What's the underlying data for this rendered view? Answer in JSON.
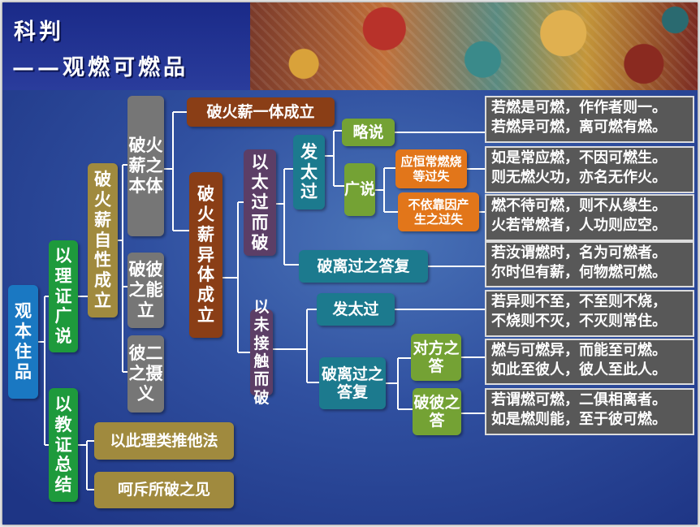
{
  "header": {
    "title": "科判",
    "subtitle": "——观燃可燃品"
  },
  "nodes": {
    "root": "观本住品",
    "n_lizheng": "以理证广说",
    "n_jiaozheng": "以教证总结",
    "n_zixing": "破火薪自性成立",
    "n_benti": "破火薪之本体",
    "n_bineng": "破彼之能立",
    "n_bier": "彼二之摄义",
    "n_yiti": "破火薪一体成立",
    "n_yiti_yi": "破火薪异体成立",
    "n_taiguo": "以太过而破",
    "n_weijiechu": "以未接触而破",
    "n_fa1": "发太过",
    "n_lueshuo": "略说",
    "n_guangshuo": "广说",
    "n_yingheng": "应恒常燃烧等过失",
    "n_buyikao": "不依靠因产生之过失",
    "n_polijg1": "破离过之答复",
    "n_fa2": "发太过",
    "n_polijg2": "破离过之答复",
    "n_duifang": "对方之答",
    "n_pobi": "破彼之答",
    "n_tuita": "以此理类推他法",
    "n_hechi": "呵斥所破之见"
  },
  "quotes": [
    [
      "若燃是可燃，作作者则一。",
      "若燃异可燃，离可燃有燃。"
    ],
    [
      "如是常应燃，不因可燃生。",
      "则无燃火功，亦名无作火。"
    ],
    [
      "燃不待可燃，则不从缘生。",
      "火若常燃者，人功则应空。"
    ],
    [
      "若汝谓燃时，名为可燃者。",
      "尔时但有薪，何物燃可燃。"
    ],
    [
      "若异则不至，不至则不烧，",
      "不烧则不灭，不灭则常住。"
    ],
    [
      "燃与可燃异，而能至可燃。",
      "如此至彼人，彼人至此人。"
    ],
    [
      "若谓燃可燃，二俱相离者。",
      "如是燃则能，至于彼可燃。"
    ]
  ],
  "colors": {
    "background": "#3a5aa8",
    "header": "#1a2a88",
    "root": "#1a78c2",
    "level1": "#1e9a3c",
    "level2": "#a08a3e",
    "level3": "#767676",
    "fire_one": "#8a3e16",
    "fire_diff": "#8a3e16",
    "sub_purple": "#5c3e66",
    "teal": "#1c7a8e",
    "light_green": "#74a234",
    "orange": "#e2761a",
    "quote_box": "#585858",
    "connector": "#ffffff"
  }
}
